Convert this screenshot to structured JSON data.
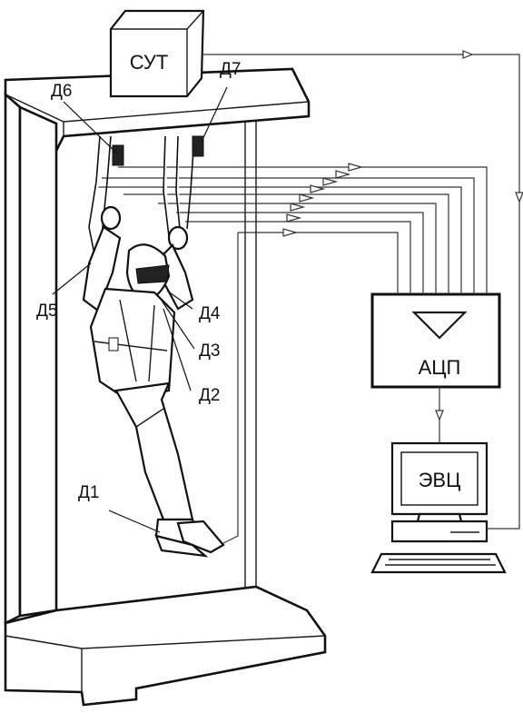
{
  "blocks": {
    "control_unit": "СУТ",
    "adc": "АЦП",
    "computer": "ЭВЦ"
  },
  "sensors": [
    "Д1",
    "Д2",
    "Д3",
    "Д4",
    "Д5",
    "Д6",
    "Д7"
  ]
}
